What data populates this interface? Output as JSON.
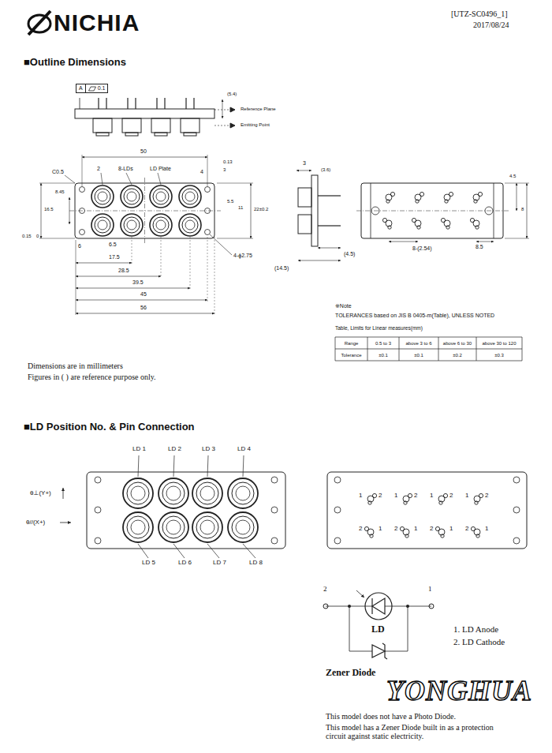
{
  "diagram": {
    "title": "NICHIA",
    "nodes": [
      {
        "text": [
          "A"
        ]
      },
      {
        "text": [
          "0.1"
        ]
      }
    ],
    "labels": [
      "[UTZ-SC0496_1]",
      "2017/08/24",
      "■Outline Dimensions",
      "(5.4)",
      "Reference Plane",
      "Emitting Point",
      "50",
      "C0.5",
      "2",
      "8-LDs",
      "LD Plate",
      "4",
      "0.13",
      "3",
      "8.45",
      "16.5",
      "0.15",
      "0",
      "6.5",
      "6",
      "17.5",
      "28.5",
      "39.5",
      "45",
      "56",
      "5.5",
      "11",
      "22±0.2",
      "4-ϕ2.75",
      "(14.5)",
      "3",
      "(3.6)",
      "(4.5)",
      "8-(2.54)",
      "8.5",
      "4.5",
      "8",
      "※Note",
      "TOLERANCES based on JIS B 0405-m(Table), UNLESS NOTED",
      "Table, Limits for Linear measures(mm)",
      "Range",
      "0.5 to 3",
      "above 3 to 6",
      "above 6 to 30",
      "above 30 to 120",
      "Tolerance",
      "±0.1",
      "±0.1",
      "±0.2",
      "±0.3",
      "Dimensions are in millimeters",
      "Figures in ( ) are reference purpose only.",
      "■LD Position No. & Pin Connection",
      "LD 1",
      "LD 2",
      "LD 3",
      "LD 4",
      "θ⊥(Y+)",
      "θ//(X+)",
      "LD 5",
      "LD 6",
      "LD 7",
      "LD 8",
      "1",
      "2",
      "1",
      "2",
      "1",
      "2",
      "1",
      "2",
      "2",
      "1",
      "2",
      "1",
      "2",
      "1",
      "2",
      "1",
      "2",
      "1",
      "LD",
      "1. LD Anode",
      "2. LD Cathode",
      "Zener Diode",
      "YONGHUA",
      "This model does not have a Photo Diode.",
      "This model has a Zener Diode built in as a protection circuit against static electricity."
    ]
  }
}
